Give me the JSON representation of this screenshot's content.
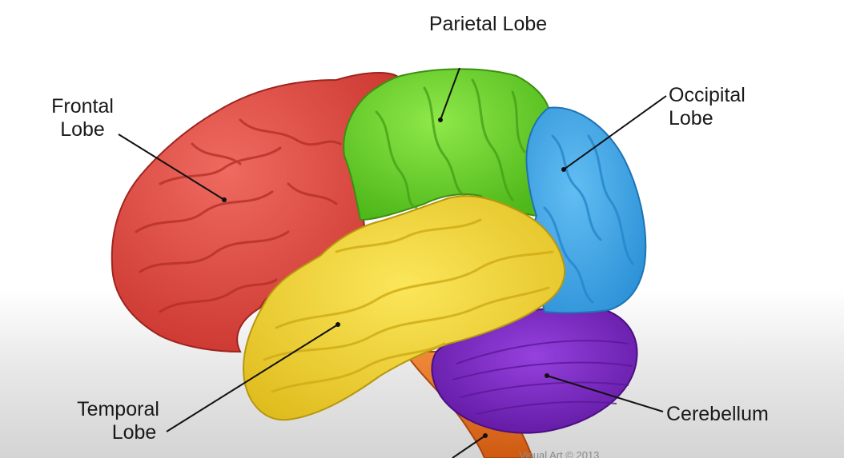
{
  "diagram": {
    "labels": {
      "parietal": {
        "line1": "Parietal Lobe"
      },
      "frontal": {
        "line1": "Frontal",
        "line2": "Lobe"
      },
      "occipital": {
        "line1": "Occipital",
        "line2": "Lobe"
      },
      "temporal": {
        "line1": "Temporal",
        "line2": "Lobe"
      },
      "cerebellum": {
        "line1": "Cerebellum"
      }
    },
    "watermark": "Visual Art © 2013",
    "colors": {
      "frontal": "#e2463e",
      "parietal": "#74d92c",
      "occipital": "#3fa8ea",
      "temporal": "#f2d733",
      "cerebellum": "#7a24c6",
      "brainstem": "#e3701f",
      "leader": "#111111"
    }
  }
}
